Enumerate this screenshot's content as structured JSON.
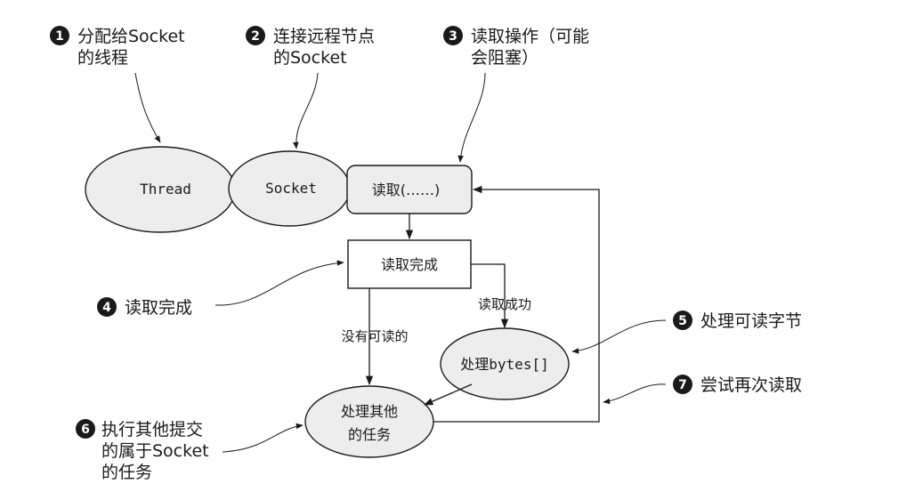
{
  "diagram": {
    "nodes": {
      "thread": "Thread",
      "socket": "Socket",
      "read": "读取(……)",
      "read_done": "读取完成",
      "process_bytes": "处理bytes[]",
      "other_tasks": [
        "处理其他",
        "的任务"
      ]
    },
    "edges": {
      "read_success": "读取成功",
      "nothing_readable": "没有可读的"
    },
    "callouts": [
      {
        "num": "1",
        "lines": [
          "分配给Socket",
          "的线程"
        ]
      },
      {
        "num": "2",
        "lines": [
          "连接远程节点",
          "的Socket"
        ]
      },
      {
        "num": "3",
        "lines": [
          "读取操作（可能",
          "会阻塞）"
        ]
      },
      {
        "num": "4",
        "lines": [
          "读取完成"
        ]
      },
      {
        "num": "5",
        "lines": [
          "处理可读字节"
        ]
      },
      {
        "num": "6",
        "lines": [
          "执行其他提交",
          "的属于Socket",
          "的任务"
        ]
      },
      {
        "num": "7",
        "lines": [
          "尝试再次读取"
        ]
      }
    ]
  }
}
